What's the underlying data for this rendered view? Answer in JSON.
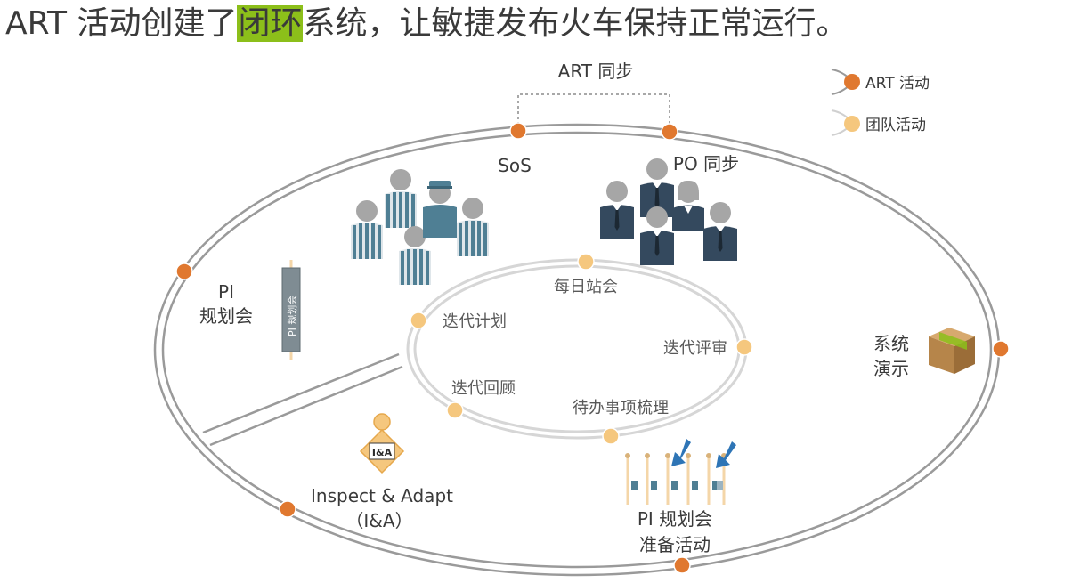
{
  "title": {
    "before": "ART 活动创建了",
    "highlight": "闭环",
    "after": "系统，让敏捷发布火车保持正常运行。"
  },
  "legend": {
    "art_activity": "ART 活动",
    "team_activity": "团队活动"
  },
  "art_sync": "ART 同步",
  "outer_activities": {
    "sos": "SoS",
    "po_sync": "PO 同步",
    "pi_planning_l1": "PI",
    "pi_planning_l2": "规划会",
    "pi_planning_tag": "PI 规划会",
    "system_demo_l1": "系统",
    "system_demo_l2": "演示",
    "inspect_adapt_l1": "Inspect & Adapt",
    "inspect_adapt_l2": "（I&A）",
    "ia_badge": "I&A",
    "pi_prep_l1": "PI 规划会",
    "pi_prep_l2": "准备活动"
  },
  "inner_activities": {
    "daily_standup": "每日站会",
    "iteration_planning": "迭代计划",
    "iteration_review": "迭代评审",
    "iteration_retro": "迭代回顾",
    "backlog_refinement": "待办事项梳理"
  },
  "colors": {
    "art_dot": "#e0782f",
    "team_dot": "#f5c77e",
    "highlight": "#8cbf1a",
    "ring": "#9a9a9a",
    "inner_ring": "#d6d6d6",
    "team_stripe": "#4f7f94",
    "suit": "#34495e",
    "arrow": "#2e75b6"
  }
}
